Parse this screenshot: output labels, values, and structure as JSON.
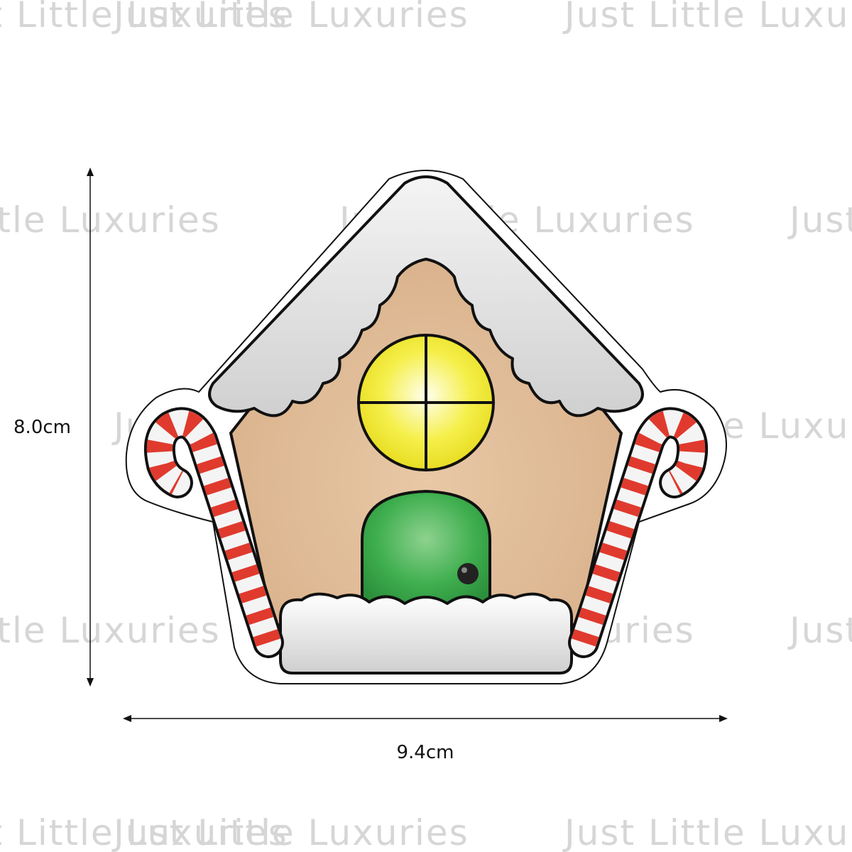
{
  "watermark": {
    "text": "Just Little Luxuries"
  },
  "dimensions": {
    "height_label": "8.0cm",
    "width_label": "9.4cm"
  },
  "colors": {
    "gingerbread": "#d9b38f",
    "frosting": "#e4e4e4",
    "window": "#f0ea3a",
    "door": "#39a84a",
    "cane_red": "#e03a2e",
    "outline": "#111111"
  }
}
